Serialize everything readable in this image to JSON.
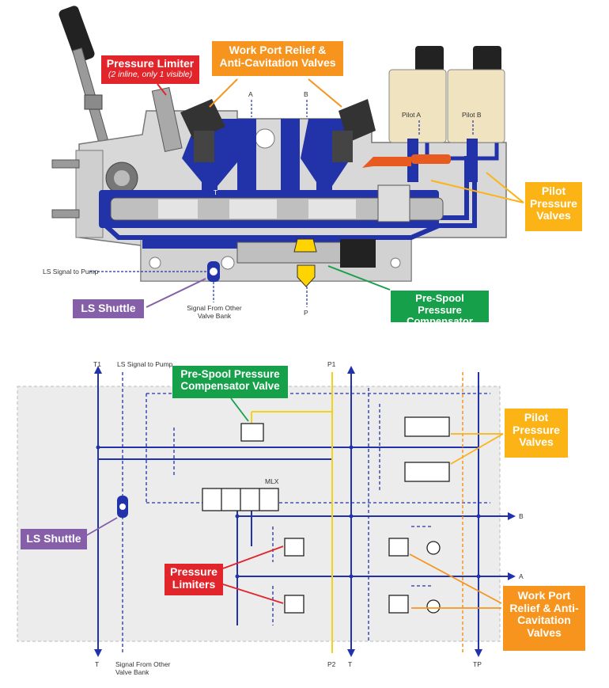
{
  "top_section": {
    "callouts": {
      "pressure_limiter": "Pressure Limiter",
      "pressure_limiter_note": "(2 inline, only 1 visible)",
      "work_port_relief": "Work Port Relief & Anti-Cavitation Valves",
      "pilot_pressure_valves": "Pilot Pressure Valves",
      "pre_spool_comp": "Pre-Spool Pressure Compensator Valve",
      "ls_shuttle": "LS Shuttle"
    },
    "labels": {
      "port_a": "A",
      "port_b": "B",
      "port_t": "T",
      "pilot_a": "Pilot A",
      "pilot_b": "Pilot B",
      "ls_signal_to_pump": "LS Signal to Pump",
      "signal_from_other_bank": "Signal From Other Valve Bank",
      "port_p": "P"
    }
  },
  "bottom_section": {
    "callouts": {
      "pre_spool_comp": "Pre-Spool Pressure Compensator Valve",
      "pilot_pressure_valves": "Pilot Pressure Valves",
      "ls_shuttle": "LS Shuttle",
      "pressure_limiters": "Pressure Limiters",
      "work_port_relief": "Work Port Relief & Anti-Cavitation Valves"
    },
    "labels": {
      "t1": "T1",
      "ls_signal_to_pump": "LS Signal to Pump",
      "p1": "P1",
      "mlx": "MLX",
      "port_b": "B",
      "port_a": "A",
      "t_left": "T",
      "signal_from_other_bank": "Signal From Other Valve Bank",
      "p2": "P2",
      "t_right": "T",
      "tp": "TP"
    }
  },
  "colors": {
    "pressure_limiter": "#e2252b",
    "work_port_relief": "#f7941d",
    "pilot_valves": "#fcb316",
    "compensator": "#16a04a",
    "ls_shuttle": "#8560a8",
    "hydraulic_blue": "#2233aa",
    "body_gray": "#d8d8d8",
    "yellow_line": "#f2d21b"
  }
}
